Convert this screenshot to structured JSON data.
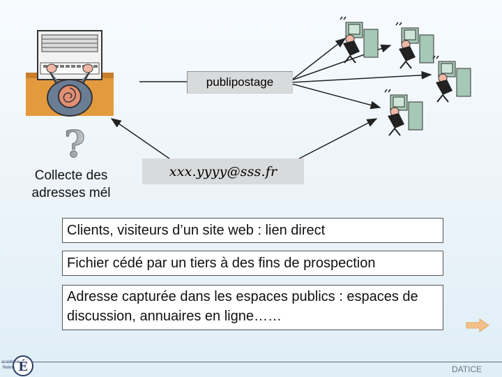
{
  "diagram": {
    "mailing_label": "publipostage",
    "email_example": "xxx.yyyy@sss.fr",
    "collect_label": "Collecte des adresses mél",
    "sources": [
      "Clients, visiteurs d’un site web : lien direct",
      "Fichier cédé par un tiers à des fins de prospection",
      "Adresse capturée dans les espaces publics : espaces de discussion, annuaires en ligne……"
    ],
    "question_glyph": "?",
    "icons": {
      "sender": "person-at-computer-icon",
      "recipients": "recipient-computer-icon",
      "next": "next-arrow-icon"
    }
  },
  "footer": {
    "label": "DATICE",
    "logo_text": "académie Reims",
    "logo_letter": "É"
  },
  "colors": {
    "box_gray": "#d9dadb",
    "arrow_orange": "#f3c08a",
    "desk_orange": "#e39a3d",
    "monitor_green": "#a6c8b6"
  }
}
